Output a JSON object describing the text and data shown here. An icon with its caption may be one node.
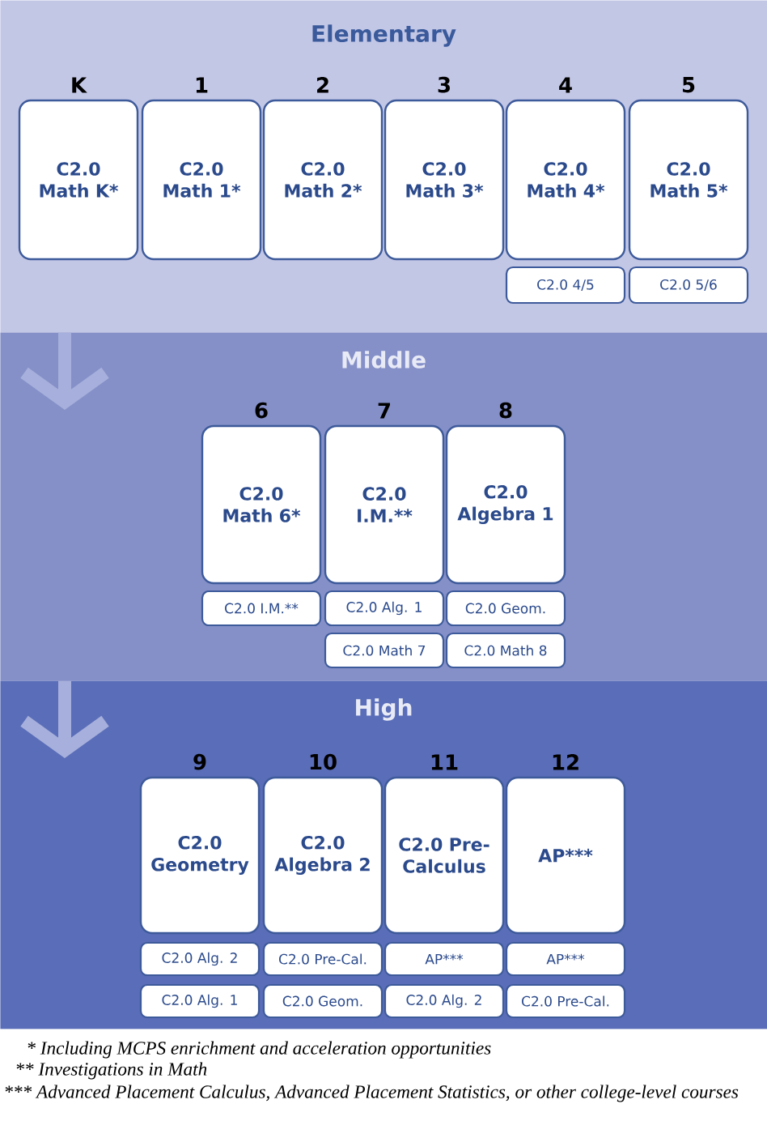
{
  "diagram": {
    "nodes": [
      {
        "text": [
          "Elementary"
        ]
      },
      {
        "text": [
          "K",
          "C2.0 Math K*"
        ],
        "in": 0
      },
      {
        "text": [
          "1",
          "C2.0 Math 1*"
        ],
        "in": 0
      },
      {
        "text": [
          "2",
          "C2.0 Math 2*"
        ],
        "in": 0
      },
      {
        "text": [
          "3",
          "C2.0 Math 3*"
        ],
        "in": 0
      },
      {
        "text": [
          "4",
          "C2.0 Math 4*"
        ],
        "in": 0
      },
      {
        "text": [
          "5",
          "C2.0 Math 5*"
        ],
        "in": 0
      },
      {
        "text": [
          "C2.0 4/5"
        ],
        "in": 0
      },
      {
        "text": [
          "C2.0 5/6"
        ],
        "in": 0
      },
      {
        "text": [
          "Middle"
        ]
      },
      {
        "text": [
          "6",
          "C2.0 Math 6*"
        ],
        "in": 9
      },
      {
        "text": [
          "7",
          "C2.0 I.M.**"
        ],
        "in": 9
      },
      {
        "text": [
          "8",
          "C2.0 Algebra 1"
        ],
        "in": 9
      },
      {
        "text": [
          "C2.0 I.M.**"
        ],
        "in": 9
      },
      {
        "text": [
          "C2.0 Alg. 1"
        ],
        "in": 9
      },
      {
        "text": [
          "C2.0 Geom."
        ],
        "in": 9
      },
      {
        "text": [
          "C2.0 Math 7"
        ],
        "in": 9
      },
      {
        "text": [
          "C2.0 Math 8"
        ],
        "in": 9
      },
      {
        "text": [
          "High"
        ]
      },
      {
        "text": [
          "9",
          "C2.0 Geometry"
        ],
        "in": 18
      },
      {
        "text": [
          "10",
          "C2.0 Algebra 2"
        ],
        "in": 18
      },
      {
        "text": [
          "11",
          "C2.0 Pre-Calculus"
        ],
        "in": 18
      },
      {
        "text": [
          "12",
          "AP***"
        ],
        "in": 18
      },
      {
        "text": [
          "C2.0 Alg. 2"
        ],
        "in": 18
      },
      {
        "text": [
          "C2.0 Pre-Cal."
        ],
        "in": 18
      },
      {
        "text": [
          "AP***"
        ],
        "in": 18
      },
      {
        "text": [
          "AP***"
        ],
        "in": 18
      },
      {
        "text": [
          "C2.0 Alg. 1"
        ],
        "in": 18
      },
      {
        "text": [
          "C2.0 Geom."
        ],
        "in": 18
      },
      {
        "text": [
          "C2.0 Alg. 2"
        ],
        "in": 18
      },
      {
        "text": [
          "C2.0 Pre-Cal."
        ],
        "in": 18
      }
    ],
    "edges": [
      {
        "from": 0,
        "to": 9,
        "arrow": "to"
      },
      {
        "from": 9,
        "to": 18,
        "arrow": "to"
      }
    ],
    "labels": [
      "* Including MCPS enrichment and acceleration opportunities",
      "** Investigations in Math",
      "*** Advanced Placement Calculus, Advanced Placement Statistics, or other college-level courses"
    ]
  }
}
